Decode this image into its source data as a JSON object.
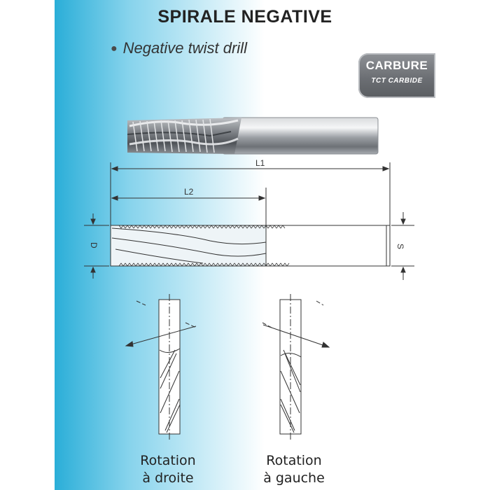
{
  "title": "SPIRALE NEGATIVE",
  "subtitle": "Negative twist drill",
  "badge": {
    "main": "CARBURE",
    "sub": "TCT CARBIDE"
  },
  "dimensions": {
    "l1": "L1",
    "l2": "L2",
    "d": "D",
    "s": "S"
  },
  "rotation_right": {
    "line1": "Rotation",
    "line2": "à droite"
  },
  "rotation_left": {
    "line1": "Rotation",
    "line2": "à gauche"
  },
  "colors": {
    "band_blue": "#2bb4dc",
    "badge_gray": "#6c6f74",
    "line": "#333333"
  }
}
